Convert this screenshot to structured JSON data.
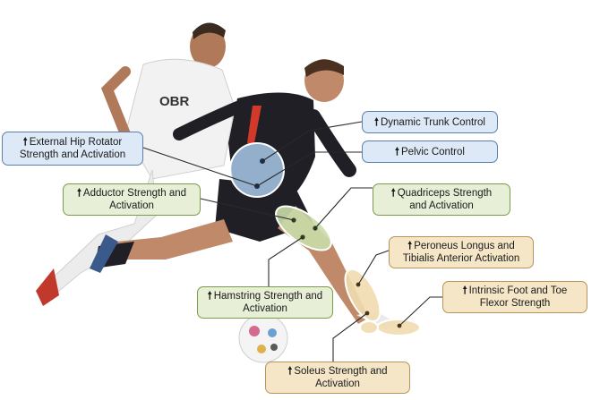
{
  "colors": {
    "blue_fill": "#dde9f6",
    "blue_border": "#5b7fae",
    "green_fill": "#e7efd6",
    "green_border": "#7c9a4c",
    "tan_fill": "#f5e6c8",
    "tan_border": "#b8935a",
    "pelvis_marker": "#a9c9ea",
    "thigh_marker": "#c9dba8",
    "foot_marker": "#f1dcb0"
  },
  "arrow_glyph": "🠕",
  "labels": {
    "dynamic_trunk": "Dynamic Trunk Control",
    "external_hip": "External Hip Rotator\nStrength and Activation",
    "pelvic": "Pelvic Control",
    "adductor": "Adductor Strength and\nActivation",
    "quadriceps": "Quadriceps Strength\nand Activation",
    "peroneus": "Peroneus Longus and\nTibialis Anterior Activation",
    "intrinsic_foot": "Intrinsic Foot and Toe\nFlexor Strength",
    "hamstring": "Hamstring Strength and\nActivation",
    "soleus": "Soleus Strength and\nActivation"
  },
  "jersey_text": "OBR"
}
